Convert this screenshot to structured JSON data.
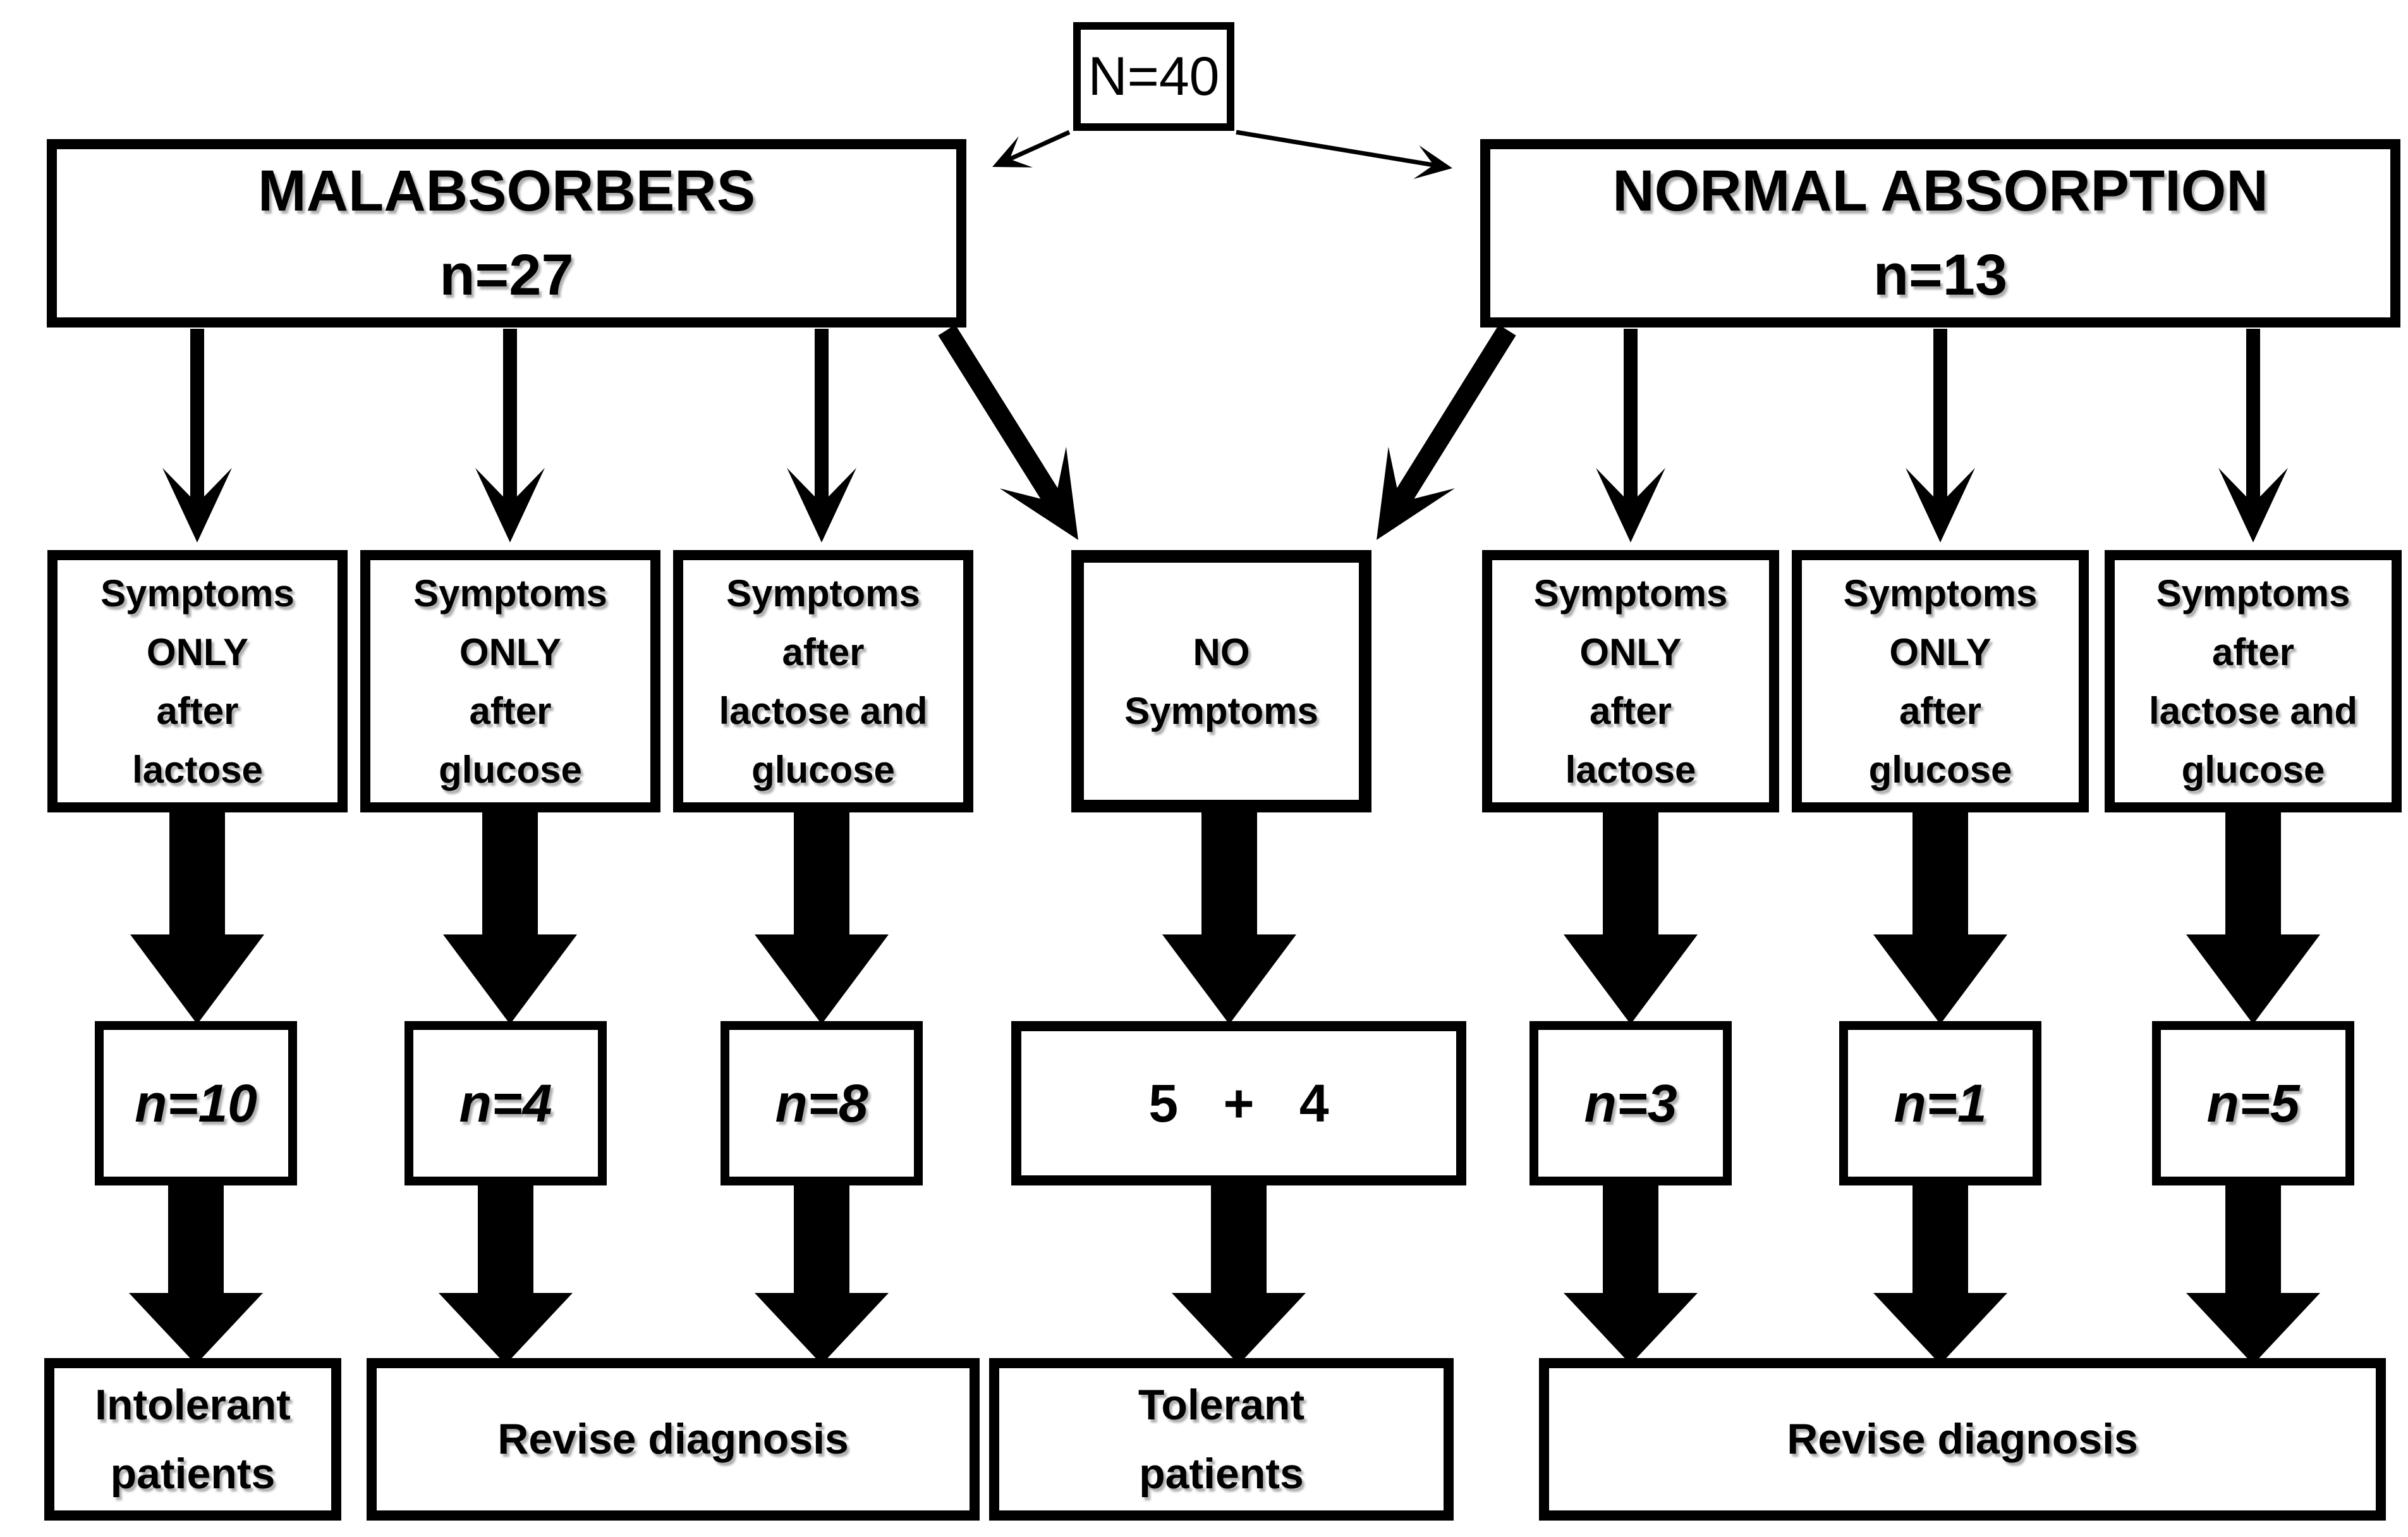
{
  "figure": {
    "root_label": "N=40",
    "malabsorbers_title": "MALABSORBERS",
    "malabsorbers_n": "n=27",
    "normal_title": "NORMAL ABSORPTION",
    "normal_n": "n=13",
    "mal_lactose": "Symptoms\nONLY\nafter\nlactose",
    "mal_glucose": "Symptoms\nONLY\nafter\nglucose",
    "mal_both": "Symptoms\nafter\nlactose and\nglucose",
    "no_symptoms": "NO\nSymptoms",
    "norm_lactose": "Symptoms\nONLY\nafter\nlactose",
    "norm_glucose": "Symptoms\nONLY\nafter\nglucose",
    "norm_both": "Symptoms\nafter\nlactose and\nglucose",
    "count_mal_lactose": "n=10",
    "count_mal_glucose": "n=4",
    "count_mal_both": "n=8",
    "count_no_symptoms": "5 + 4",
    "count_norm_lactose": "n=3",
    "count_norm_glucose": "n=1",
    "count_norm_both": "n=5",
    "outcome_intolerant": "Intolerant\npatients",
    "outcome_revise_left": "Revise diagnosis",
    "outcome_tolerant": "Tolerant\npatients",
    "outcome_revise_right": "Revise diagnosis"
  },
  "colors": {
    "ink": "#000000",
    "background": "#ffffff"
  }
}
